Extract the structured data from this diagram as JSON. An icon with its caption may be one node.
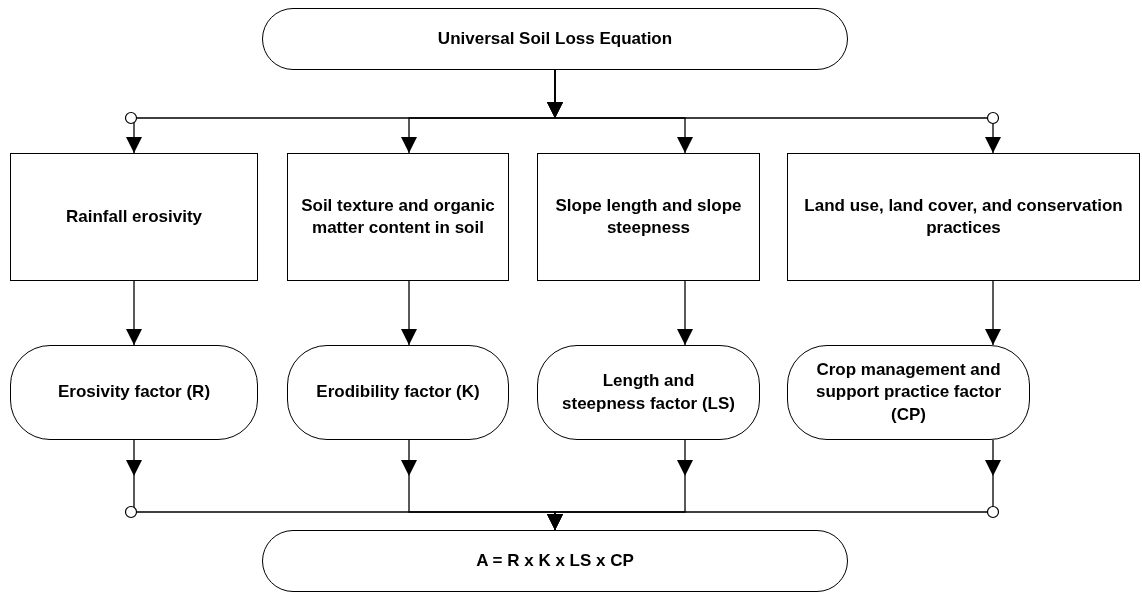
{
  "diagram": {
    "nodes": [
      {
        "text": [
          "Universal Soil Loss Equation"
        ]
      },
      {
        "text": [
          "Rainfall erosivity"
        ]
      },
      {
        "text": [
          "Soil texture and organic matter content in soil"
        ]
      },
      {
        "text": [
          "Slope length and slope steepness"
        ]
      },
      {
        "text": [
          "Land use, land cover, and conservation practices"
        ]
      },
      {
        "text": [
          "Erosivity factor (R)"
        ]
      },
      {
        "text": [
          "Erodibility factor (K)"
        ]
      },
      {
        "text": [
          "Length and steepness factor (LS)"
        ]
      },
      {
        "text": [
          "Crop management and support practice factor (CP)"
        ]
      },
      {
        "text": [
          "A = R x K x LS x CP"
        ]
      }
    ],
    "edges": [
      {
        "from": 0,
        "to": 1,
        "arrow": "to"
      },
      {
        "from": 0,
        "to": 2,
        "arrow": "to"
      },
      {
        "from": 0,
        "to": 3,
        "arrow": "to"
      },
      {
        "from": 0,
        "to": 4,
        "arrow": "to"
      },
      {
        "from": 1,
        "to": 5,
        "arrow": "to"
      },
      {
        "from": 2,
        "to": 6,
        "arrow": "to"
      },
      {
        "from": 3,
        "to": 7,
        "arrow": "to"
      },
      {
        "from": 4,
        "to": 8,
        "arrow": "to"
      },
      {
        "from": 5,
        "to": 9,
        "arrow": "to"
      },
      {
        "from": 6,
        "to": 9,
        "arrow": "to"
      },
      {
        "from": 7,
        "to": 9,
        "arrow": "to"
      },
      {
        "from": 8,
        "to": 9,
        "arrow": "to"
      }
    ]
  }
}
